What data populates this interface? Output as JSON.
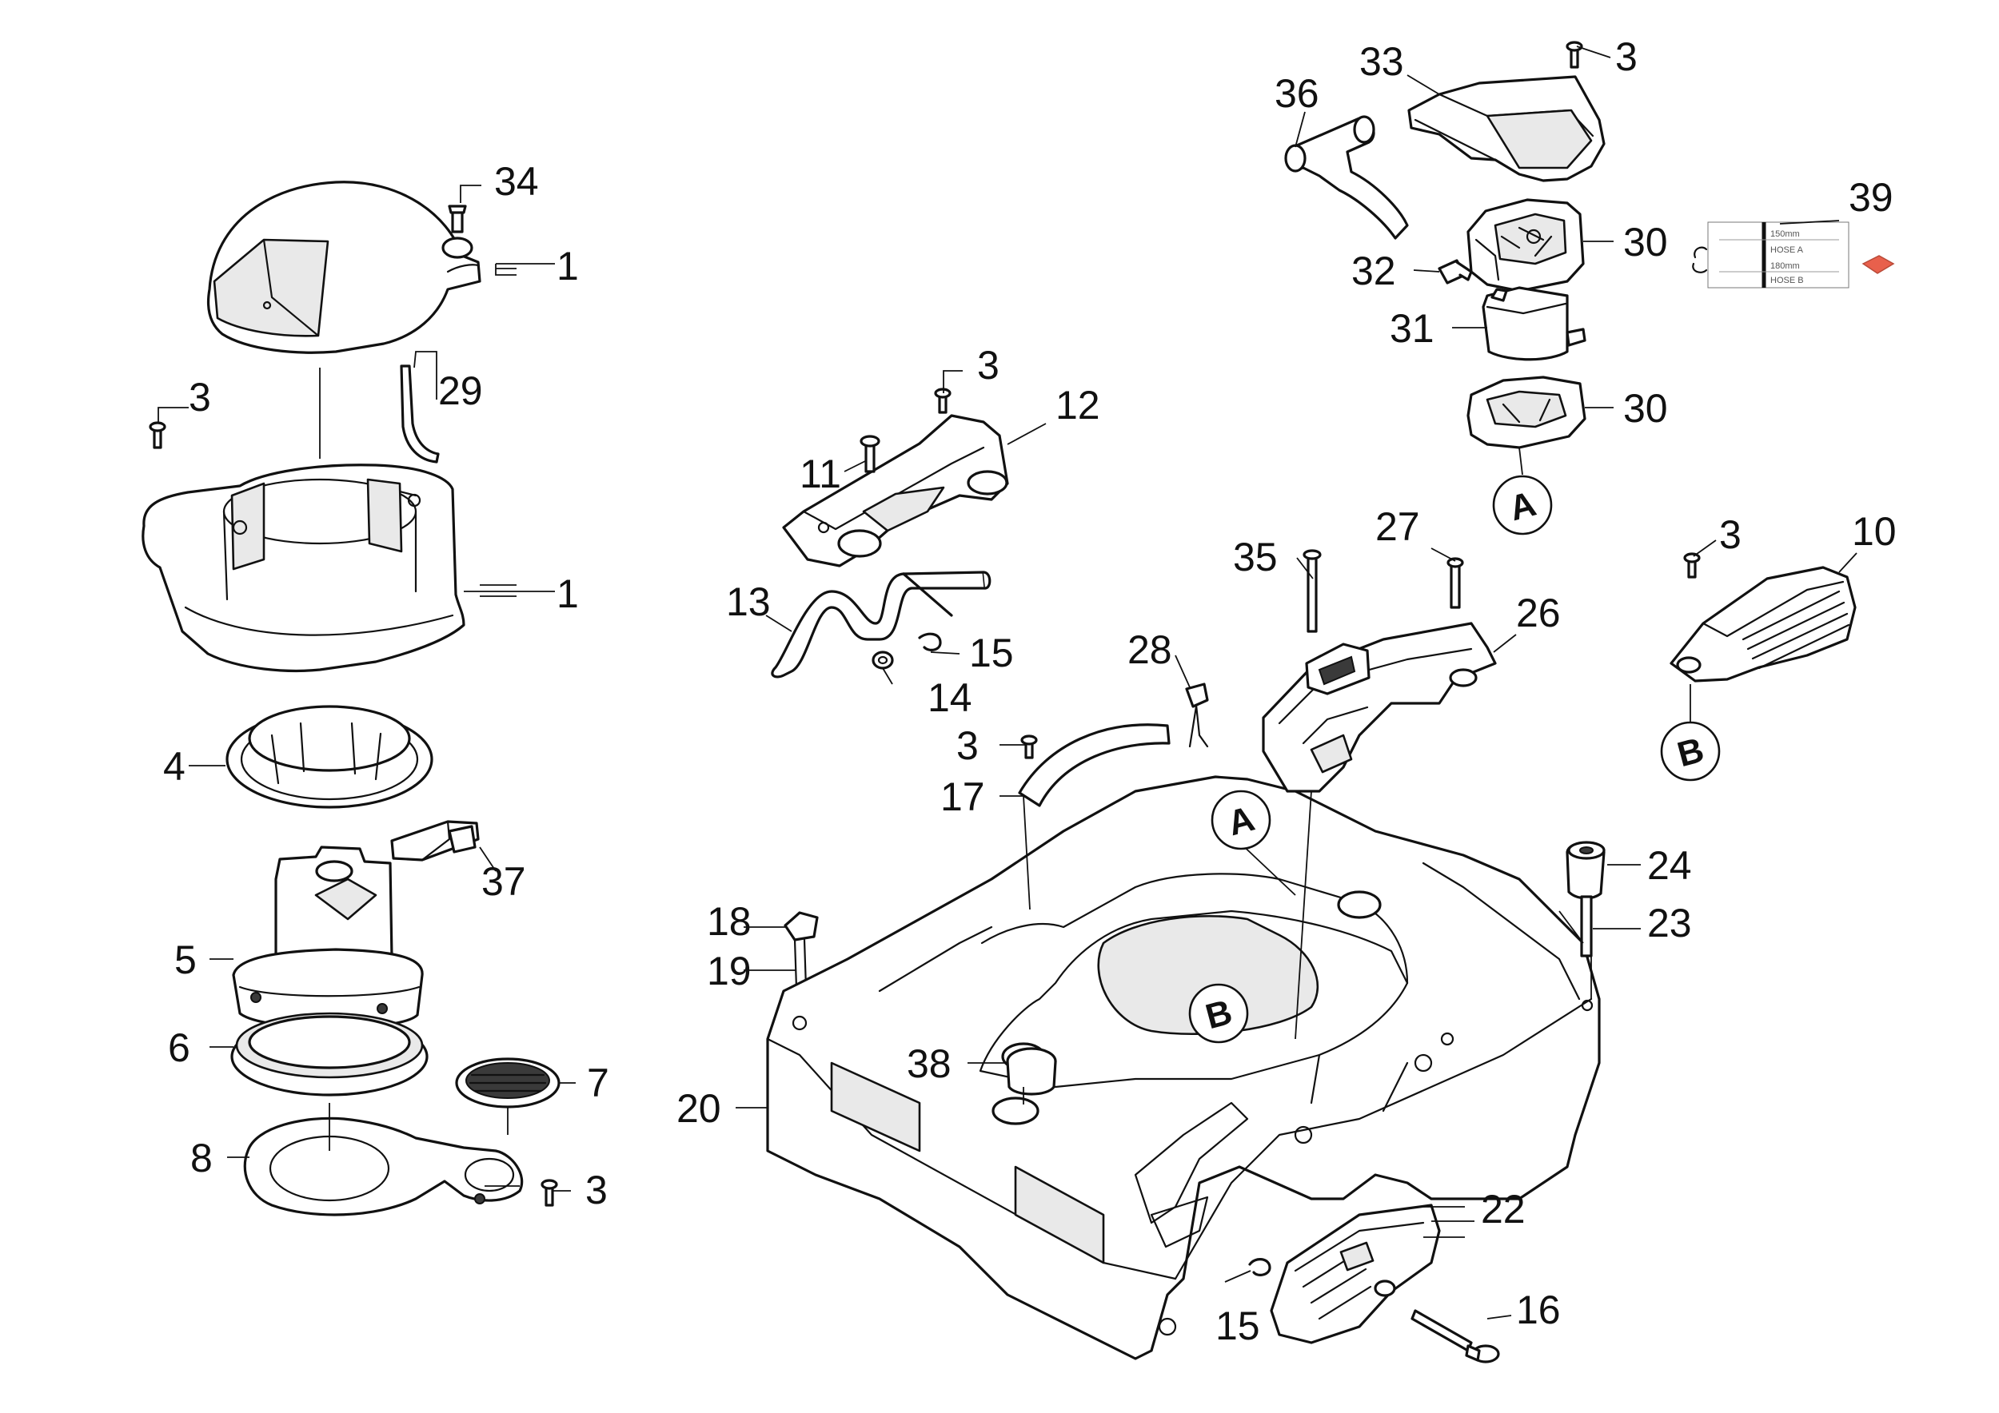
{
  "labels": {
    "l34": "34",
    "l1a": "1",
    "l1b": "1",
    "l29": "29",
    "l3a": "3",
    "l4": "4",
    "l37": "37",
    "l5": "5",
    "l6": "6",
    "l7": "7",
    "l8": "8",
    "l3b": "3",
    "l11": "11",
    "l3c": "3",
    "l12": "12",
    "l13": "13",
    "l15a": "15",
    "l14": "14",
    "l28": "28",
    "l3d": "3",
    "l17": "17",
    "l18": "18",
    "l19": "19",
    "l38": "38",
    "l20": "20",
    "l15b": "15",
    "l22": "22",
    "l16": "16",
    "l36": "36",
    "l33": "33",
    "l3e": "3",
    "l30a": "30",
    "l32": "32",
    "l31": "31",
    "l30b": "30",
    "l39": "39",
    "l35": "35",
    "l27": "27",
    "l26": "26",
    "l3f": "3",
    "l10": "10",
    "l24": "24",
    "l23": "23"
  },
  "references": {
    "a1": "A",
    "a2": "A",
    "b1": "B",
    "b2": "B"
  },
  "colors": {
    "line": "#111111",
    "fill": "#ffffff",
    "accent_part": "#e8604c"
  }
}
